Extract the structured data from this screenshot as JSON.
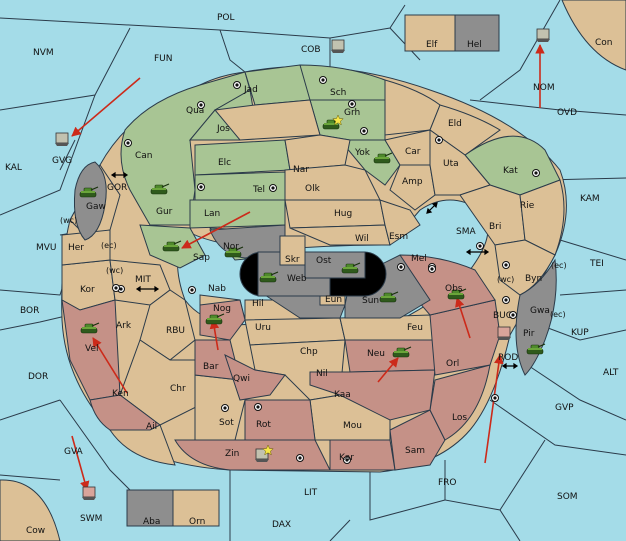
{
  "colors": {
    "sea": "#a4dce8",
    "neutral": "#dcc096",
    "green": "#a8c594",
    "red": "#c59187",
    "grey": "#8e8e8e",
    "arrow": "#cc2a1a"
  },
  "sea_labels": {
    "pol": "POL",
    "nvm": "NVM",
    "fun": "FUN",
    "cob": "COB",
    "con": "Con",
    "nom": "NOM",
    "ovd": "OVD",
    "kal": "KAL",
    "gvg": "GVG",
    "gor": "GOR",
    "kam": "KAM",
    "mvu": "MVU",
    "sma": "SMA",
    "tei": "TEI",
    "mit": "MIT",
    "bor": "BOR",
    "rbu": "RBU",
    "buc": "BUC",
    "kup": "KUP",
    "dor": "DOR",
    "rod": "ROD",
    "alt": "ALT",
    "gvp": "GVP",
    "gva": "GVA",
    "fro": "FRO",
    "swm": "SWM",
    "lit": "LIT",
    "som": "SOM",
    "dax": "DAX",
    "cow": "Cow",
    "elf": "Elf",
    "hel": "Hel",
    "aba": "Aba",
    "orn": "Orn"
  },
  "land_labels": {
    "jad": "Jad",
    "sch": "Sch",
    "qua": "Qua",
    "jos": "Jos",
    "grh": "Grh",
    "eld": "Eld",
    "can": "Can",
    "yok": "Yok",
    "car": "Car",
    "elc": "Elc",
    "nar": "Nar",
    "uta": "Uta",
    "kat": "Kat",
    "gur": "Gur",
    "tel": "Tel",
    "olk": "Olk",
    "amp": "Amp",
    "gaw": "Gaw",
    "lan": "Lan",
    "hug": "Hug",
    "rie": "Rie",
    "bri": "Bri",
    "wc1": "(wc)",
    "her": "Her",
    "ec1": "(ec)",
    "nor": "Nor",
    "wil": "Wil",
    "esm": "Esm",
    "sap": "Sap",
    "skr": "Skr",
    "ost": "Ost",
    "mel": "Mel",
    "ec2": "(ec)",
    "web": "Web",
    "wc2": "(wc)",
    "byn": "Byn",
    "kor": "Kor",
    "wc3": "(wc)",
    "nab": "Nab",
    "eun": "Eun",
    "sun": "Sun",
    "obs": "Obs",
    "gwa": "Gwa",
    "ec3": "(ec)",
    "hil": "Hil",
    "ark": "Ark",
    "nog": "Nog",
    "uru": "Uru",
    "feu": "Feu",
    "pir": "Pir",
    "vel": "Vel",
    "chp": "Chp",
    "neu": "Neu",
    "bar": "Bar",
    "qwi": "Qwi",
    "orl": "Orl",
    "nil": "Nil",
    "ken": "Ken",
    "chr": "Chr",
    "kaa": "Kaa",
    "los": "Los",
    "ail": "Ail",
    "sot": "Sot",
    "rot": "Rot",
    "mou": "Mou",
    "zin": "Zin",
    "kar": "Kar",
    "sam": "Sam"
  },
  "icons": {
    "supply_center": "dot-circle-icon",
    "army": "tank-icon",
    "fleet": "ship-icon",
    "move": "arrow-icon",
    "convoy_link": "double-arrow-icon",
    "home": "star-icon"
  }
}
